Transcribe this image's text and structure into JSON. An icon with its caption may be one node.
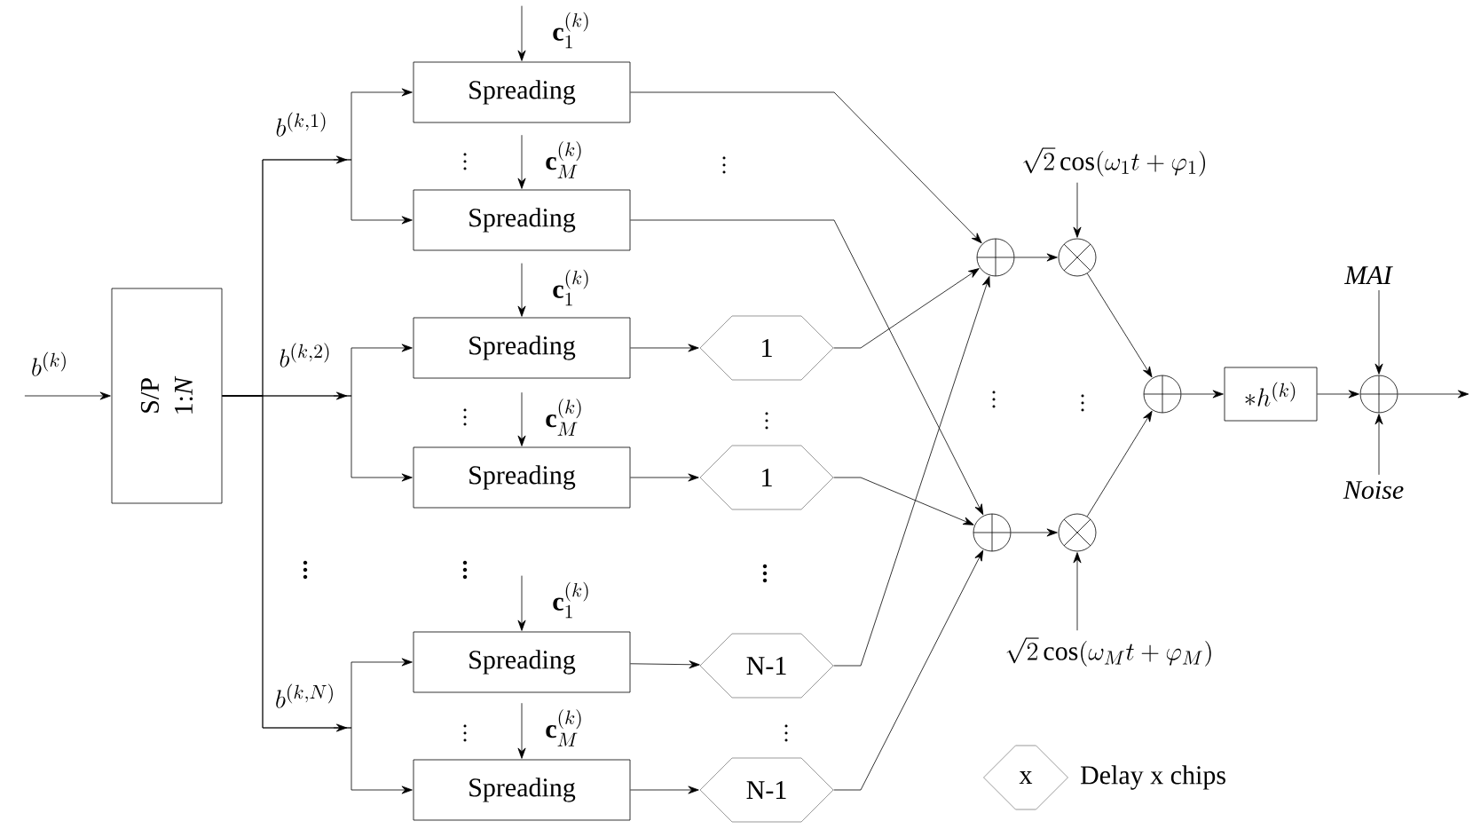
{
  "diagram": {
    "nodes": [
      {
        "text": [
          "b^{(k)}"
        ]
      },
      {
        "text": [
          "S/P",
          "1:*N*"
        ]
      },
      {
        "text": [
          "\\mathbf{c}_1^{(k)}"
        ]
      },
      {
        "text": [
          "Spreading"
        ]
      },
      {
        "text": [
          "\\mathbf{c}_M^{(k)}"
        ]
      },
      {
        "text": [
          "Spreading"
        ]
      },
      {
        "text": [
          "\\mathbf{c}_1^{(k)}"
        ]
      },
      {
        "text": [
          "Spreading"
        ]
      },
      {
        "text": [
          "\\mathbf{c}_M^{(k)}"
        ]
      },
      {
        "text": [
          "Spreading"
        ]
      },
      {
        "text": [
          "\\mathbf{c}_1^{(k)}"
        ]
      },
      {
        "text": [
          "Spreading"
        ]
      },
      {
        "text": [
          "\\mathbf{c}_M^{(k)}"
        ]
      },
      {
        "text": [
          "Spreading"
        ]
      },
      {
        "text": [
          "1"
        ]
      },
      {
        "text": [
          "1"
        ]
      },
      {
        "text": [
          "N-1"
        ]
      },
      {
        "text": [
          "N-1"
        ]
      },
      {
        "text": [
          "\\sqrt{2}\\cos(\\omega_1 t+\\varphi_1)"
        ]
      },
      {
        "text": [],
        "shape": "adder"
      },
      {
        "text": [],
        "shape": "multiplier"
      },
      {
        "text": [],
        "shape": "adder"
      },
      {
        "text": [],
        "shape": "multiplier"
      },
      {
        "text": [
          "\\sqrt{2}\\cos(\\omega_M t+\\varphi_M)"
        ]
      },
      {
        "text": [],
        "shape": "adder"
      },
      {
        "text": [
          "{*}h^{(k)}"
        ]
      },
      {
        "text": [
          "MAI"
        ]
      },
      {
        "text": [],
        "shape": "adder"
      },
      {
        "text": [
          "Noise"
        ]
      },
      {
        "text": [
          "x"
        ],
        "beside": [
          "Delay x chips"
        ]
      }
    ],
    "edges": [
      {
        "from": 0,
        "to": 1,
        "arrow": "to"
      },
      {
        "from": 1,
        "to": 3,
        "arrow": "to"
      },
      {
        "from": 1,
        "to": 5,
        "arrow": "to"
      },
      {
        "from": 1,
        "to": 7,
        "arrow": "to"
      },
      {
        "from": 1,
        "to": 9,
        "arrow": "to"
      },
      {
        "from": 1,
        "to": 11,
        "arrow": "to"
      },
      {
        "from": 1,
        "to": 13,
        "arrow": "to"
      },
      {
        "from": 3,
        "to": 19,
        "arrow": "to"
      },
      {
        "from": 5,
        "to": 21,
        "arrow": "to"
      },
      {
        "from": 7,
        "to": 14,
        "arrow": "to"
      },
      {
        "from": 9,
        "to": 15,
        "arrow": "to"
      },
      {
        "from": 11,
        "to": 16,
        "arrow": "to"
      },
      {
        "from": 13,
        "to": 17,
        "arrow": "to"
      },
      {
        "from": 14,
        "to": 19,
        "arrow": "to"
      },
      {
        "from": 15,
        "to": 21,
        "arrow": "to"
      },
      {
        "from": 16,
        "to": 19,
        "arrow": "to"
      },
      {
        "from": 17,
        "to": 21,
        "arrow": "to"
      },
      {
        "from": 19,
        "to": 20,
        "arrow": "to"
      },
      {
        "from": 21,
        "to": 22,
        "arrow": "to"
      },
      {
        "from": 20,
        "to": 24,
        "arrow": "to"
      },
      {
        "from": 22,
        "to": 24,
        "arrow": "to"
      },
      {
        "from": 24,
        "to": 25,
        "arrow": "to"
      },
      {
        "from": 25,
        "to": 27,
        "arrow": "to"
      },
      {
        "from": 27,
        "to": null,
        "arrow": "to"
      },
      {
        "from": 18,
        "to": 20,
        "arrow": "to"
      },
      {
        "from": 23,
        "to": 22,
        "arrow": "to"
      },
      {
        "from": 26,
        "to": 27,
        "arrow": "to"
      },
      {
        "from": 28,
        "to": 27,
        "arrow": "to"
      },
      {
        "from": 2,
        "to": 3,
        "arrow": "to"
      },
      {
        "from": 4,
        "to": 5,
        "arrow": "to"
      },
      {
        "from": 6,
        "to": 7,
        "arrow": "to"
      },
      {
        "from": 8,
        "to": 9,
        "arrow": "to"
      },
      {
        "from": 10,
        "to": 11,
        "arrow": "to"
      },
      {
        "from": 12,
        "to": 13,
        "arrow": "to"
      }
    ],
    "labels": [
      "b^{(k,1)}",
      "\\vdots",
      "\\vdots",
      "b^{(k,2)}",
      "\\vdots",
      "\\vdots",
      "\\vdots",
      "\\vdots",
      "\\vdots",
      "\\vdots",
      "\\vdots",
      "b^{(k,N)}",
      "\\vdots",
      "\\vdots"
    ]
  }
}
